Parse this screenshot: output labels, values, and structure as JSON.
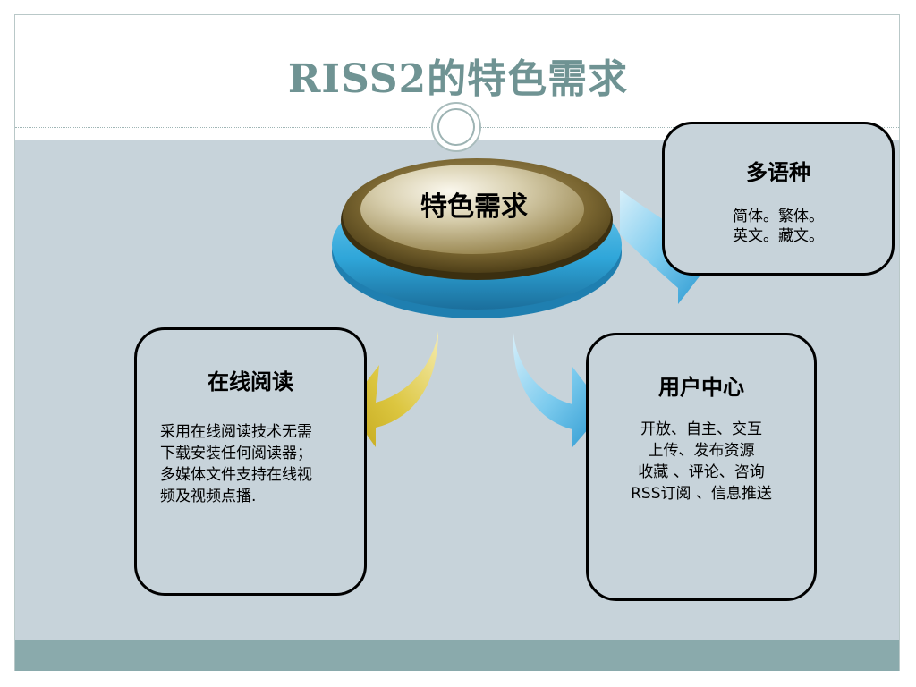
{
  "slide": {
    "title": "RISS2的特色需求"
  },
  "center": {
    "label": "特色需求"
  },
  "multilang": {
    "title": "多语种",
    "lines": [
      "简体。繁体。",
      "英文。藏文。"
    ]
  },
  "reading": {
    "title": "在线阅读",
    "lines": [
      "采用在线阅读技术无需",
      "下载安装任何阅读器；",
      "多媒体文件支持在线视",
      "频及视频点播."
    ]
  },
  "usercenter": {
    "title": "用户中心",
    "lines": [
      "开放、自主、交互",
      "上传、发布资源",
      "收藏 、评论、咨询",
      "RSS订阅 、信息推送"
    ]
  },
  "colors": {
    "title": "#6f9393",
    "content_bg": "#c7d3da",
    "footer": "#8aaaac",
    "disc_blue": "#2fa6d9",
    "disc_bronze": "#6b5a2c",
    "arrow_gold": "#d6c033",
    "arrow_blue": "#3aa7dc"
  }
}
